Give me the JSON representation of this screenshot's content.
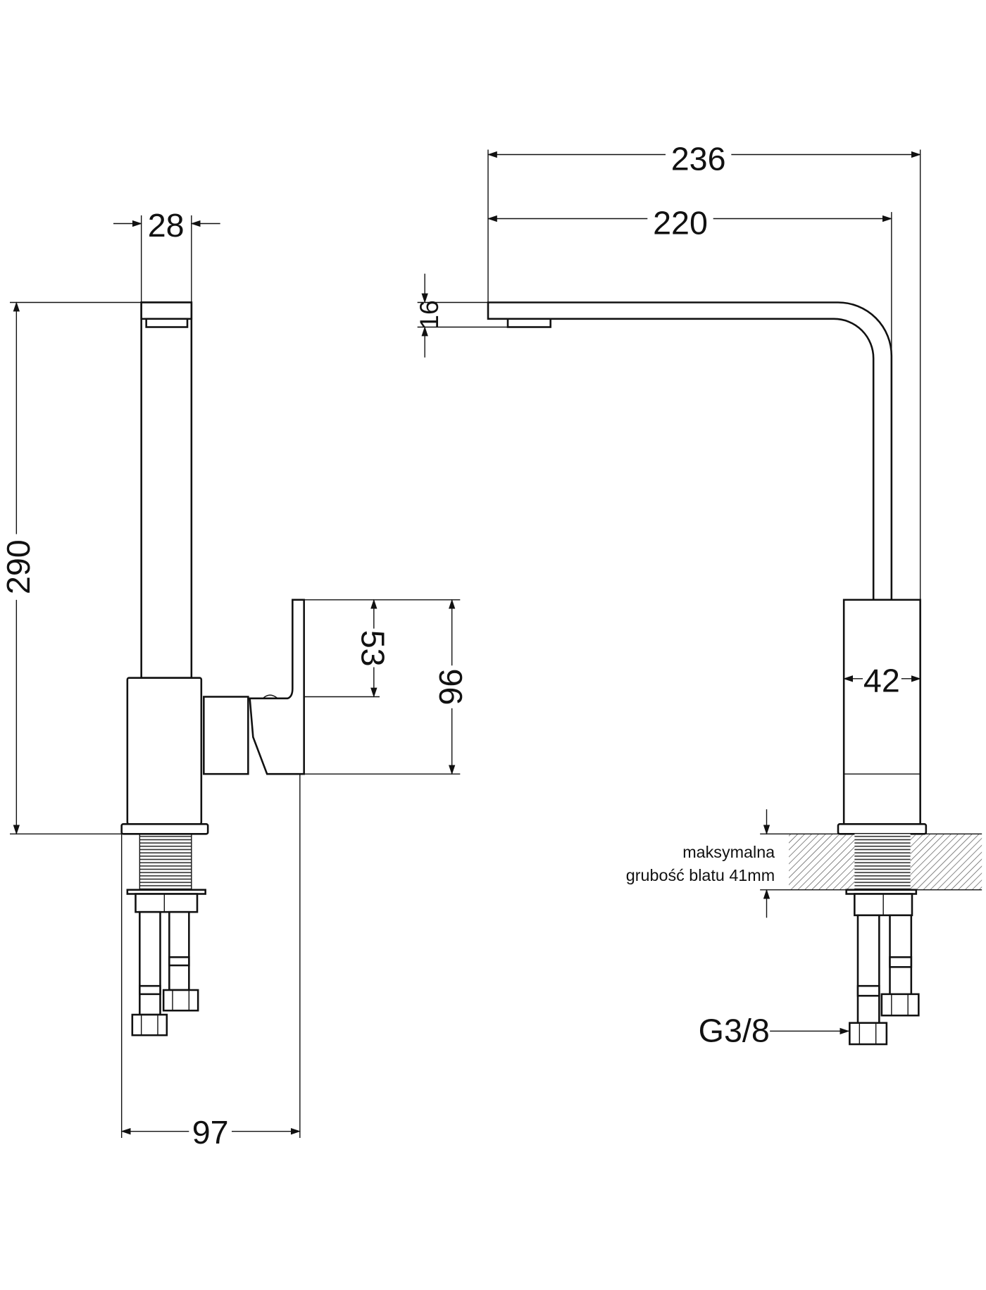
{
  "dimensions": {
    "width_28": "28",
    "height_290": "290",
    "lever_53": "53",
    "lever_96": "96",
    "depth_97": "97",
    "reach_236": "236",
    "reach_220": "220",
    "spout_16": "16",
    "body_42": "42"
  },
  "notes": {
    "countertop_line1": "maksymalna",
    "countertop_line2": "grubość blatu 41mm",
    "connection": "G3/8"
  },
  "colors": {
    "line": "#111111",
    "background": "#ffffff"
  }
}
